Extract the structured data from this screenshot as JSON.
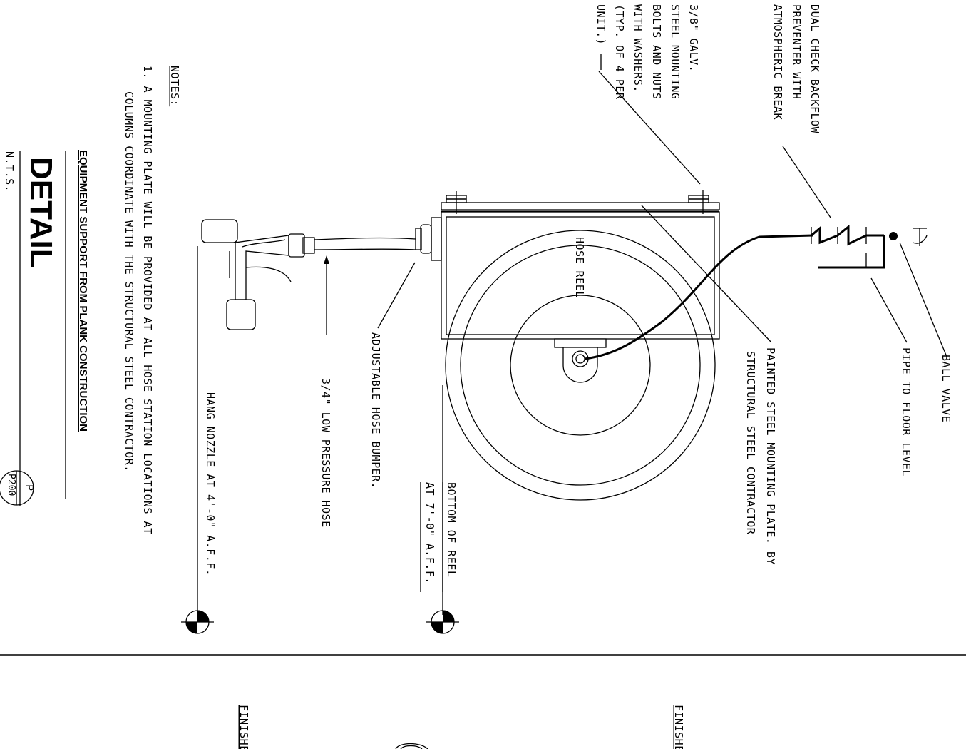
{
  "labels": {
    "ball_valve": "BALL VALVE",
    "pipe_to_floor": "PIPE TO FLOOR LEVEL",
    "mounting_plate_1": "PAINTED STEEL MOUNTING PLATE. BY",
    "mounting_plate_2": "STRUCTURAL STEEL CONTRACTOR",
    "bottom_reel_1": "BOTTOM OF REEL",
    "bottom_reel_2": "AT 7'-0\" A.F.F.",
    "hose_bumper": "ADJUSTABLE HOSE BUMPER.",
    "low_pressure_hose": "3/4\" LOW PRESSURE HOSE",
    "hang_nozzle": "HANG NOZZLE AT 4'-0\" A.F.F.",
    "hose_reel": "HOSE REEL",
    "backflow": [
      "DUAL CHECK BACKFLOW",
      "PREVENTER WITH",
      "ATMOSPHERIC BREAK"
    ],
    "bolts": [
      "3/8\" GALV.",
      "STEEL MOUNTING",
      "BOLTS AND NUTS",
      "WITH WASHERS.",
      "(TYP. OF 4 PER",
      "UNIT.)"
    ]
  },
  "notes": {
    "heading": "NOTES:",
    "item1_line1": "1.  A MOUNTING PLATE WILL BE PROVIDED AT ALL HOSE STATION LOCATIONS AT",
    "item1_line2": "COLUMNS COORDINATE WITH THE STRUCTURAL STEEL CONTRACTOR."
  },
  "title_block": {
    "title": "DETAIL",
    "subtitle": "EQUIPMENT SUPPORT FROM PLANK CONSTRUCTION",
    "scale": "N.T.S.",
    "tag_letter": "P",
    "tag_sheet": "P200"
  },
  "lower_panel": {
    "finished_left": "FINISHE",
    "finished_right": "FINISHE"
  }
}
